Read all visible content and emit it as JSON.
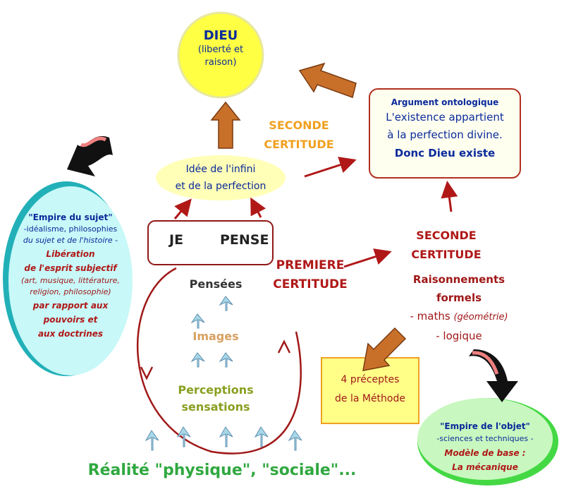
{
  "dieu": {
    "title": "DIEU",
    "line1": "(liberté et",
    "line2": "raison)"
  },
  "seconde_top": {
    "line1": "SECONDE",
    "line2": "CERTITUDE"
  },
  "argument": {
    "title": "Argument ontologique",
    "line1": "L'existence appartient",
    "line2": "à la perfection divine.",
    "line3": "Donc Dieu existe"
  },
  "idee": {
    "line1": "Idée de l'infini",
    "line2": "et de la perfection"
  },
  "je_pense": {
    "je": "JE",
    "pense": "PENSE"
  },
  "premiere": {
    "line1": "PREMIERE",
    "line2": "CERTITUDE"
  },
  "seconde_right": {
    "line1": "SECONDE",
    "line2": "CERTITUDE"
  },
  "raisonnements": {
    "line1": "Raisonnements",
    "line2": "formels",
    "maths": "- maths",
    "geometrie": "(géométrie)",
    "logique": "- logique"
  },
  "preceptes": {
    "line1": "4 préceptes",
    "line2": "de la Méthode"
  },
  "loop": {
    "pensees": "Pensées",
    "images": "Images",
    "perceptions": "Perceptions",
    "sensations": "sensations"
  },
  "realite": "Réalité \"physique\", \"sociale\"...",
  "sujet": {
    "title": "\"Empire du sujet\"",
    "l1": "-idéalisme, philosophies",
    "l2": "du sujet et de l'histoire -",
    "l3": "Libération",
    "l4": "de l'esprit subjectif",
    "l5": "(art, musique, littérature,",
    "l6": "religion, philosophie)",
    "l7": "par rapport aux",
    "l8": "pouvoirs et",
    "l9": "aux doctrines"
  },
  "objet": {
    "title": "\"Empire de l'objet\"",
    "l1": "-sciences et techniques -",
    "l2": "Modèle de base :",
    "l3": "La mécanique"
  }
}
